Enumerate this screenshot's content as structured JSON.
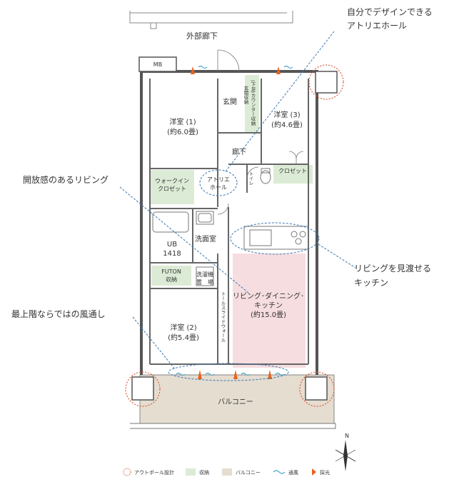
{
  "labels": {
    "corridor": "外部廊下",
    "mb": "MB",
    "entrance": "玄関",
    "entrance_storage": "玄関収納",
    "counter_storage": "(下足)カウンター収納",
    "hall": "廊下",
    "room1_name": "洋室 (1)",
    "room1_size": "(約6.0畳)",
    "room3_name": "洋室 (3)",
    "room3_size": "(約4.6畳)",
    "room2_name": "洋室 (2)",
    "room2_size": "(約5.4畳)",
    "walkin": "ウォークイン\nクロゼット",
    "atelier": "アトリエ\nホール",
    "toilet": "トイレ",
    "closet": "クロゼット",
    "ub": "UB\n1418",
    "washroom": "洗面室",
    "futon": "FUTON\n収納",
    "laundry": "洗濯機\n置　場",
    "ldk_name": "リビング･ダイニング･\nキッチン",
    "ldk_size": "(約15.0畳)",
    "slide_wall": "トールスライドウォール",
    "balcony": "バルコニー",
    "north": "N"
  },
  "callouts": {
    "atelier_hall": "自分でデザインできる\nアトリエホール",
    "living": "開放感のあるリビング",
    "kitchen": "リビングを見渡せる\nキッチン",
    "ventilation": "最上階ならではの風通し"
  },
  "legend": {
    "outpole": "アウトポール設計",
    "storage": "収納",
    "balcony": "バルコニー",
    "airflow": "通風",
    "daylight": "採光"
  },
  "colors": {
    "wall": "#555555",
    "ldk_fill": "#f6dde0",
    "storage_fill": "#dcebd5",
    "balcony_fill": "#e4ddd0",
    "callout_line": "#3a78b5",
    "outpole_ring": "#e05a3a",
    "daylight": "#e8631f",
    "airflow": "#4aa5c9"
  }
}
